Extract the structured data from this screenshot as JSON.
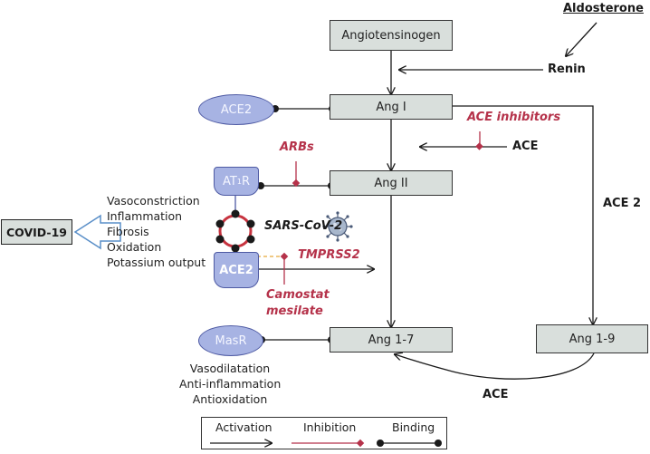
{
  "boxes": {
    "angiotensinogen": "Angiotensinogen",
    "ang1": "Ang I",
    "ang2": "Ang II",
    "ang17": "Ang 1-7",
    "ang19": "Ang 1-9"
  },
  "receptors": {
    "ace2_top": "ACE2",
    "at1r_main": "AT",
    "at1r_sub": "1",
    "at1r_end": "R",
    "ace2_cell": "ACE2",
    "masr": "MasR"
  },
  "enzymes": {
    "aldosterone": "Aldosterone",
    "renin": "Renin",
    "ace": "ACE",
    "ace2_right": "ACE 2",
    "ace_bottom": "ACE"
  },
  "inhibitors": {
    "ace_inhibitors": "ACE inhibitors",
    "arbs": "ARBs",
    "tmprss2": "TMPRSS2",
    "camostat_line1": "Camostat",
    "camostat_line2": "mesilate"
  },
  "virus": {
    "label": "SARS-CoV-2"
  },
  "covid": {
    "label": "COVID-19"
  },
  "effects_at1": [
    "Vasoconstriction",
    "Inflammation",
    "Fibrosis",
    "Oxidation",
    "Potassium output"
  ],
  "effects_mas": [
    "Vasodilatation",
    "Anti-inflammation",
    "Antioxidation"
  ],
  "legend": {
    "activation": "Activation",
    "inhibition": "Inhibition",
    "binding": "Binding"
  },
  "colors": {
    "box_fill": "#d9dfdc",
    "receptor_fill": "#a7b3e3",
    "receptor_stroke": "#4e5aa3",
    "inhibition": "#b5324a",
    "line": "#1a1a1a"
  }
}
